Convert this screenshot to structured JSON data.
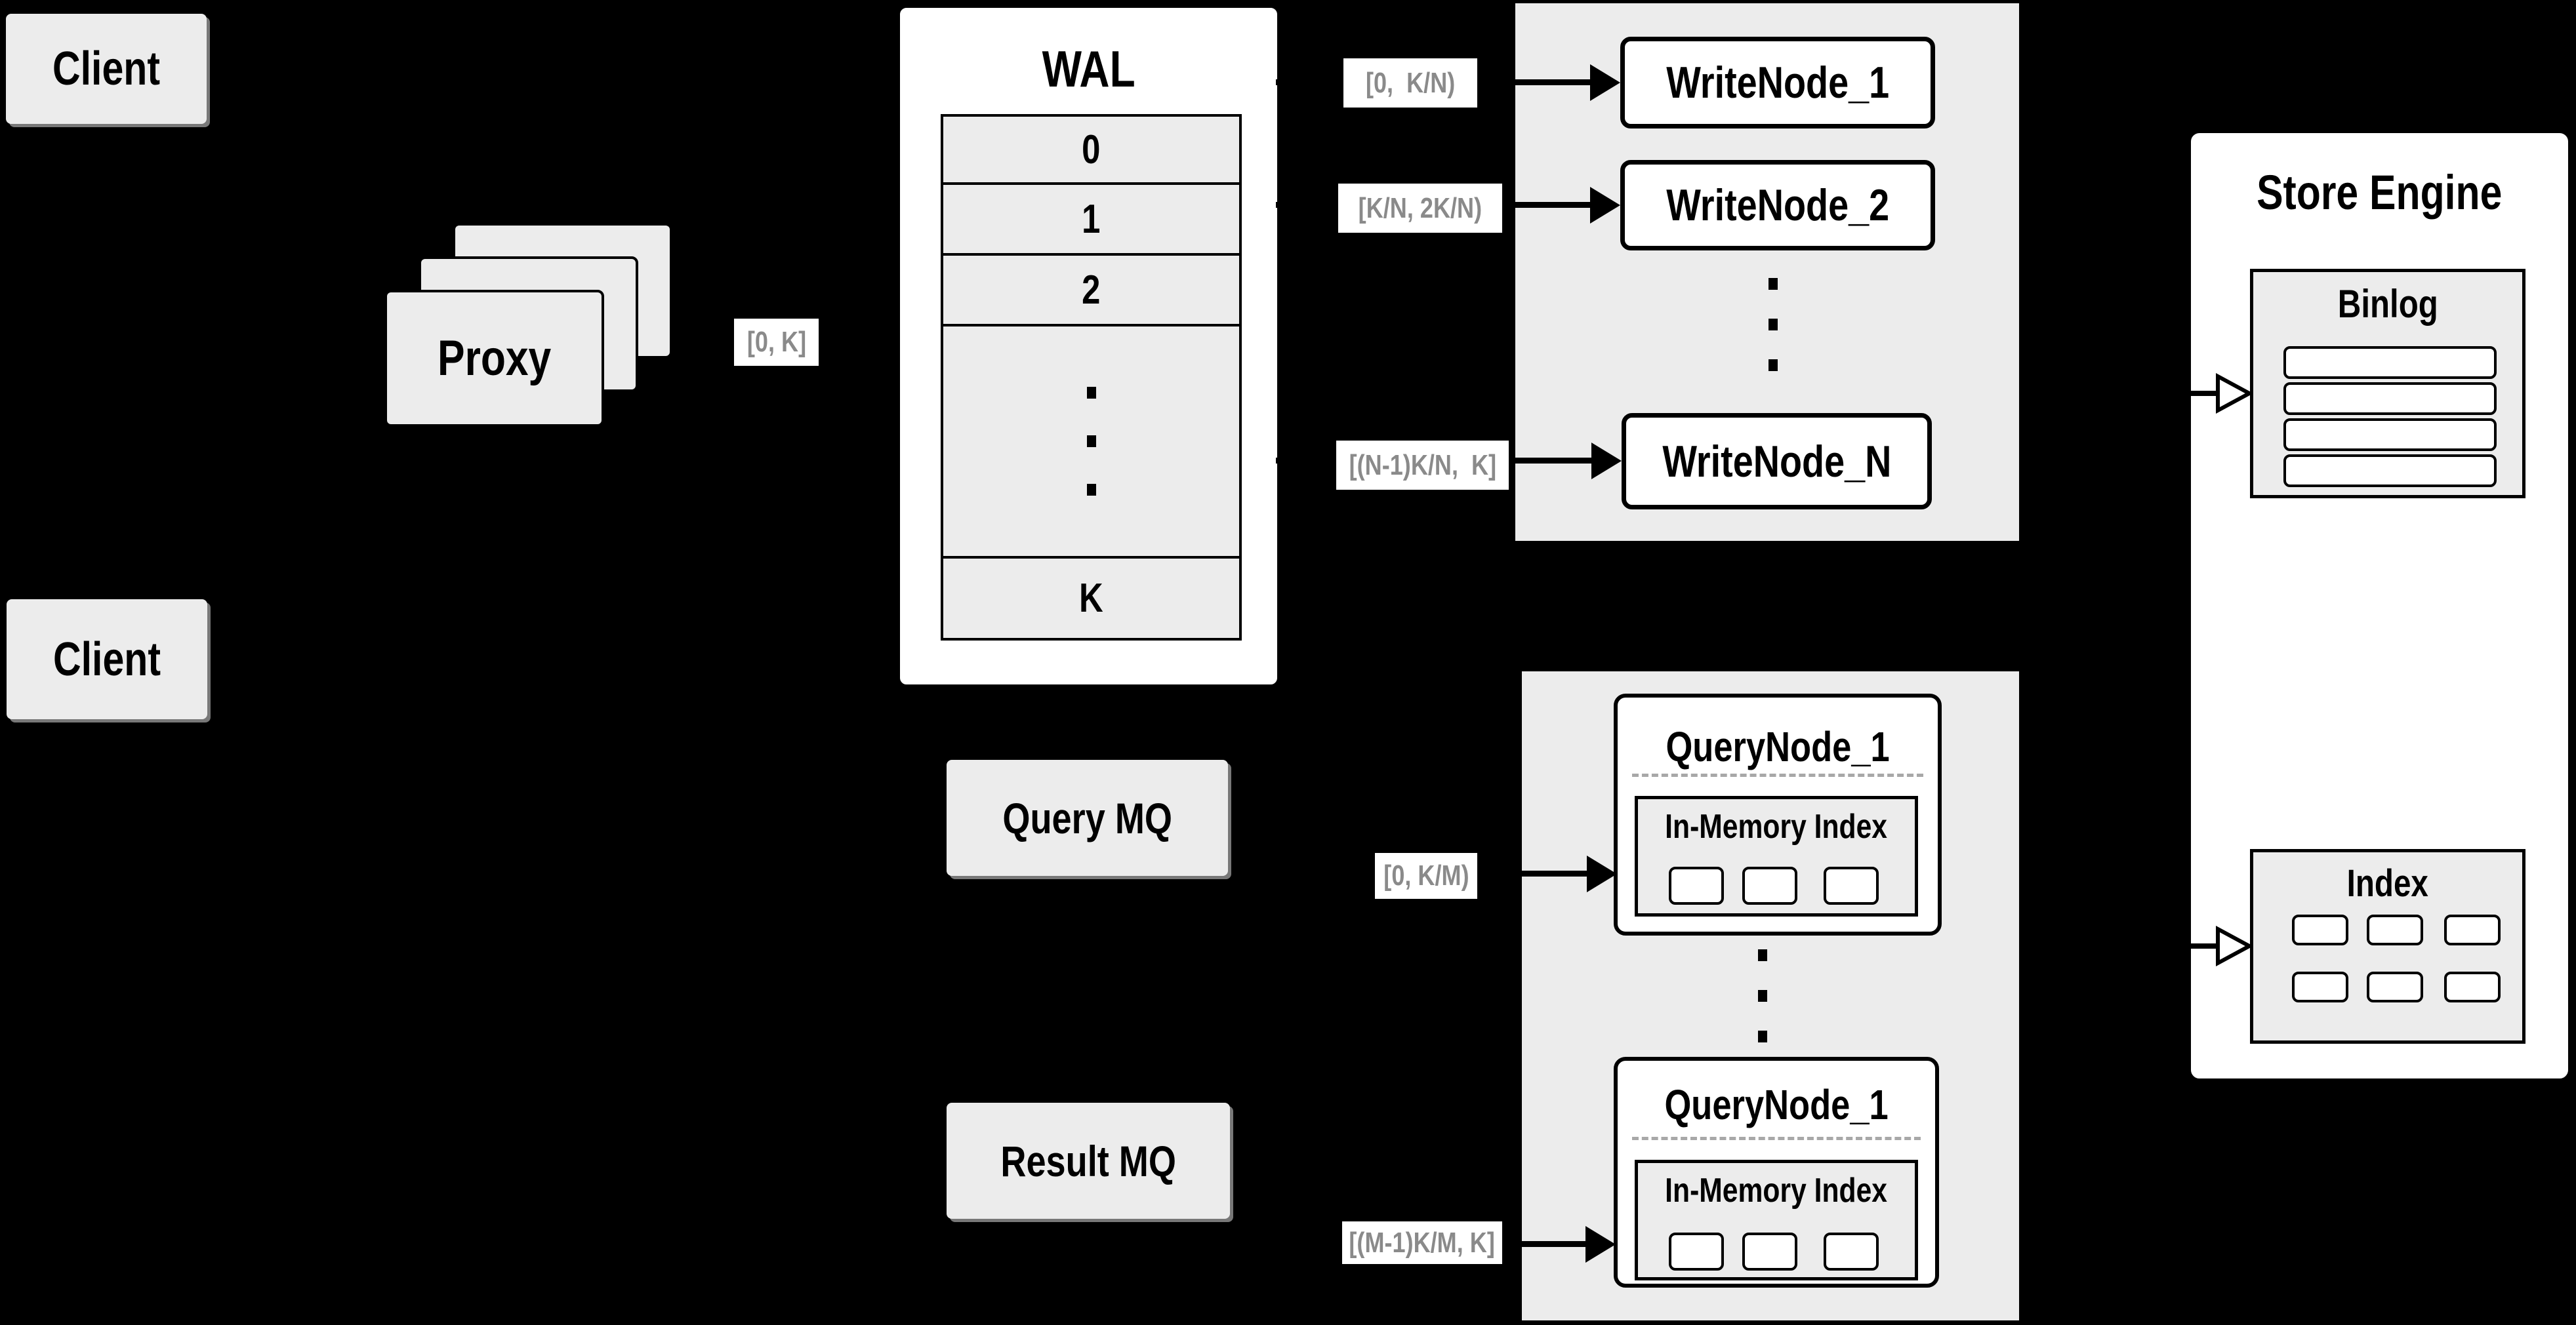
{
  "labels": {
    "client_top": "Client",
    "client_bottom": "Client",
    "proxy": "Proxy",
    "query_mq": "Query MQ",
    "result_mq": "Result MQ"
  },
  "wal": {
    "title": "WAL",
    "segments": [
      "0",
      "1",
      "2",
      "K"
    ]
  },
  "edge_labels": {
    "proxy_wal": "[0, K]",
    "wal_writenode_1": "[0,  K/N)",
    "wal_writenode_2": "[K/N, 2K/N)",
    "wal_writenode_n": "[(N-1)K/N,  K]",
    "mq_querynode_1": "[0, K/M)",
    "mq_querynode_m": "[(M-1)K/M, K]"
  },
  "write_nodes": {
    "node_1": "WriteNode_1",
    "node_2": "WriteNode_2",
    "node_n": "WriteNode_N"
  },
  "query_nodes": {
    "top": {
      "title": "QueryNode_1",
      "inner": "In-Memory Index"
    },
    "bottom": {
      "title": "QueryNode_1",
      "inner": "In-Memory Index"
    }
  },
  "store_engine": {
    "title": "Store Engine",
    "binlog": "Binlog",
    "index": "Index"
  },
  "colors": {
    "background": "#000000",
    "panel": "#ececec",
    "node_fill": "#ffffff",
    "line": "#000000",
    "edge_label_text": "#8a8a8a",
    "dash": "#a8a8a8"
  }
}
